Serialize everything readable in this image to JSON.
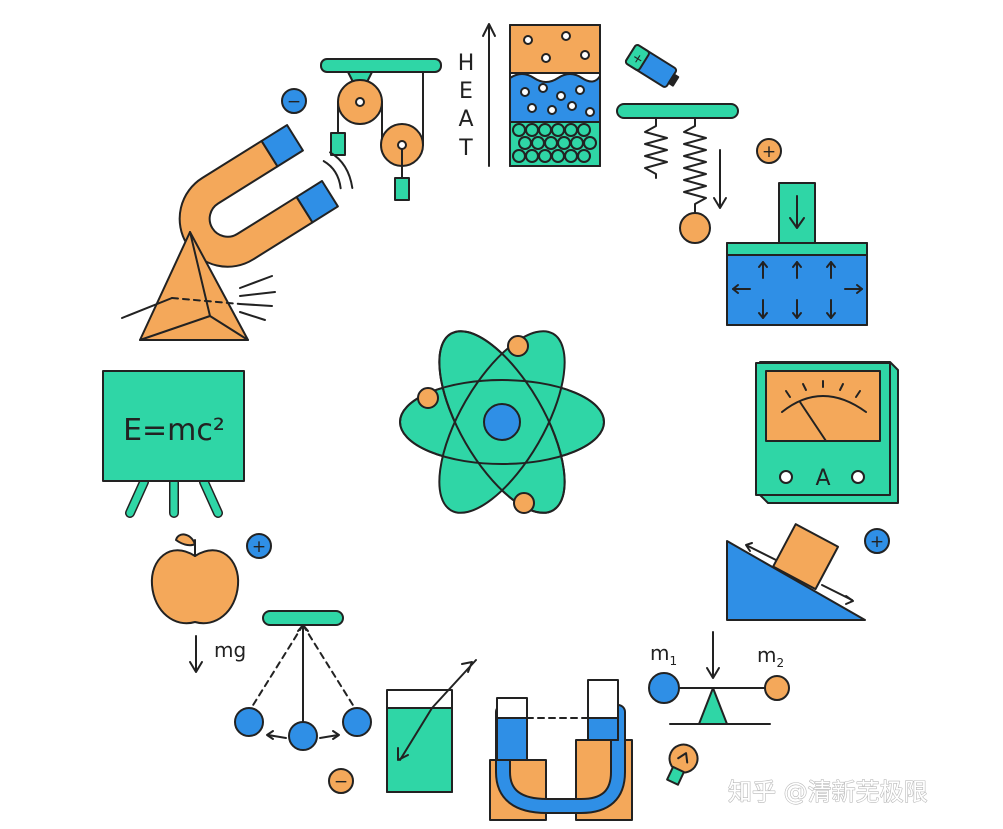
{
  "labels": {
    "heat_letters": [
      "H",
      "E",
      "A",
      "T"
    ],
    "formula": "E=mc²",
    "ammeter_unit": "A",
    "gravity": "mg",
    "mass_1": "m",
    "mass_1_sub": "1",
    "mass_2": "m",
    "mass_2_sub": "2",
    "minus_sign": "−",
    "plus_sign": "+",
    "battery_plus": "+"
  },
  "watermark": "知乎 @清新芜极限",
  "colors": {
    "teal": "#2fd6a6",
    "orange": "#f4a85a",
    "blue": "#2f8fe6",
    "outline": "#222222"
  }
}
